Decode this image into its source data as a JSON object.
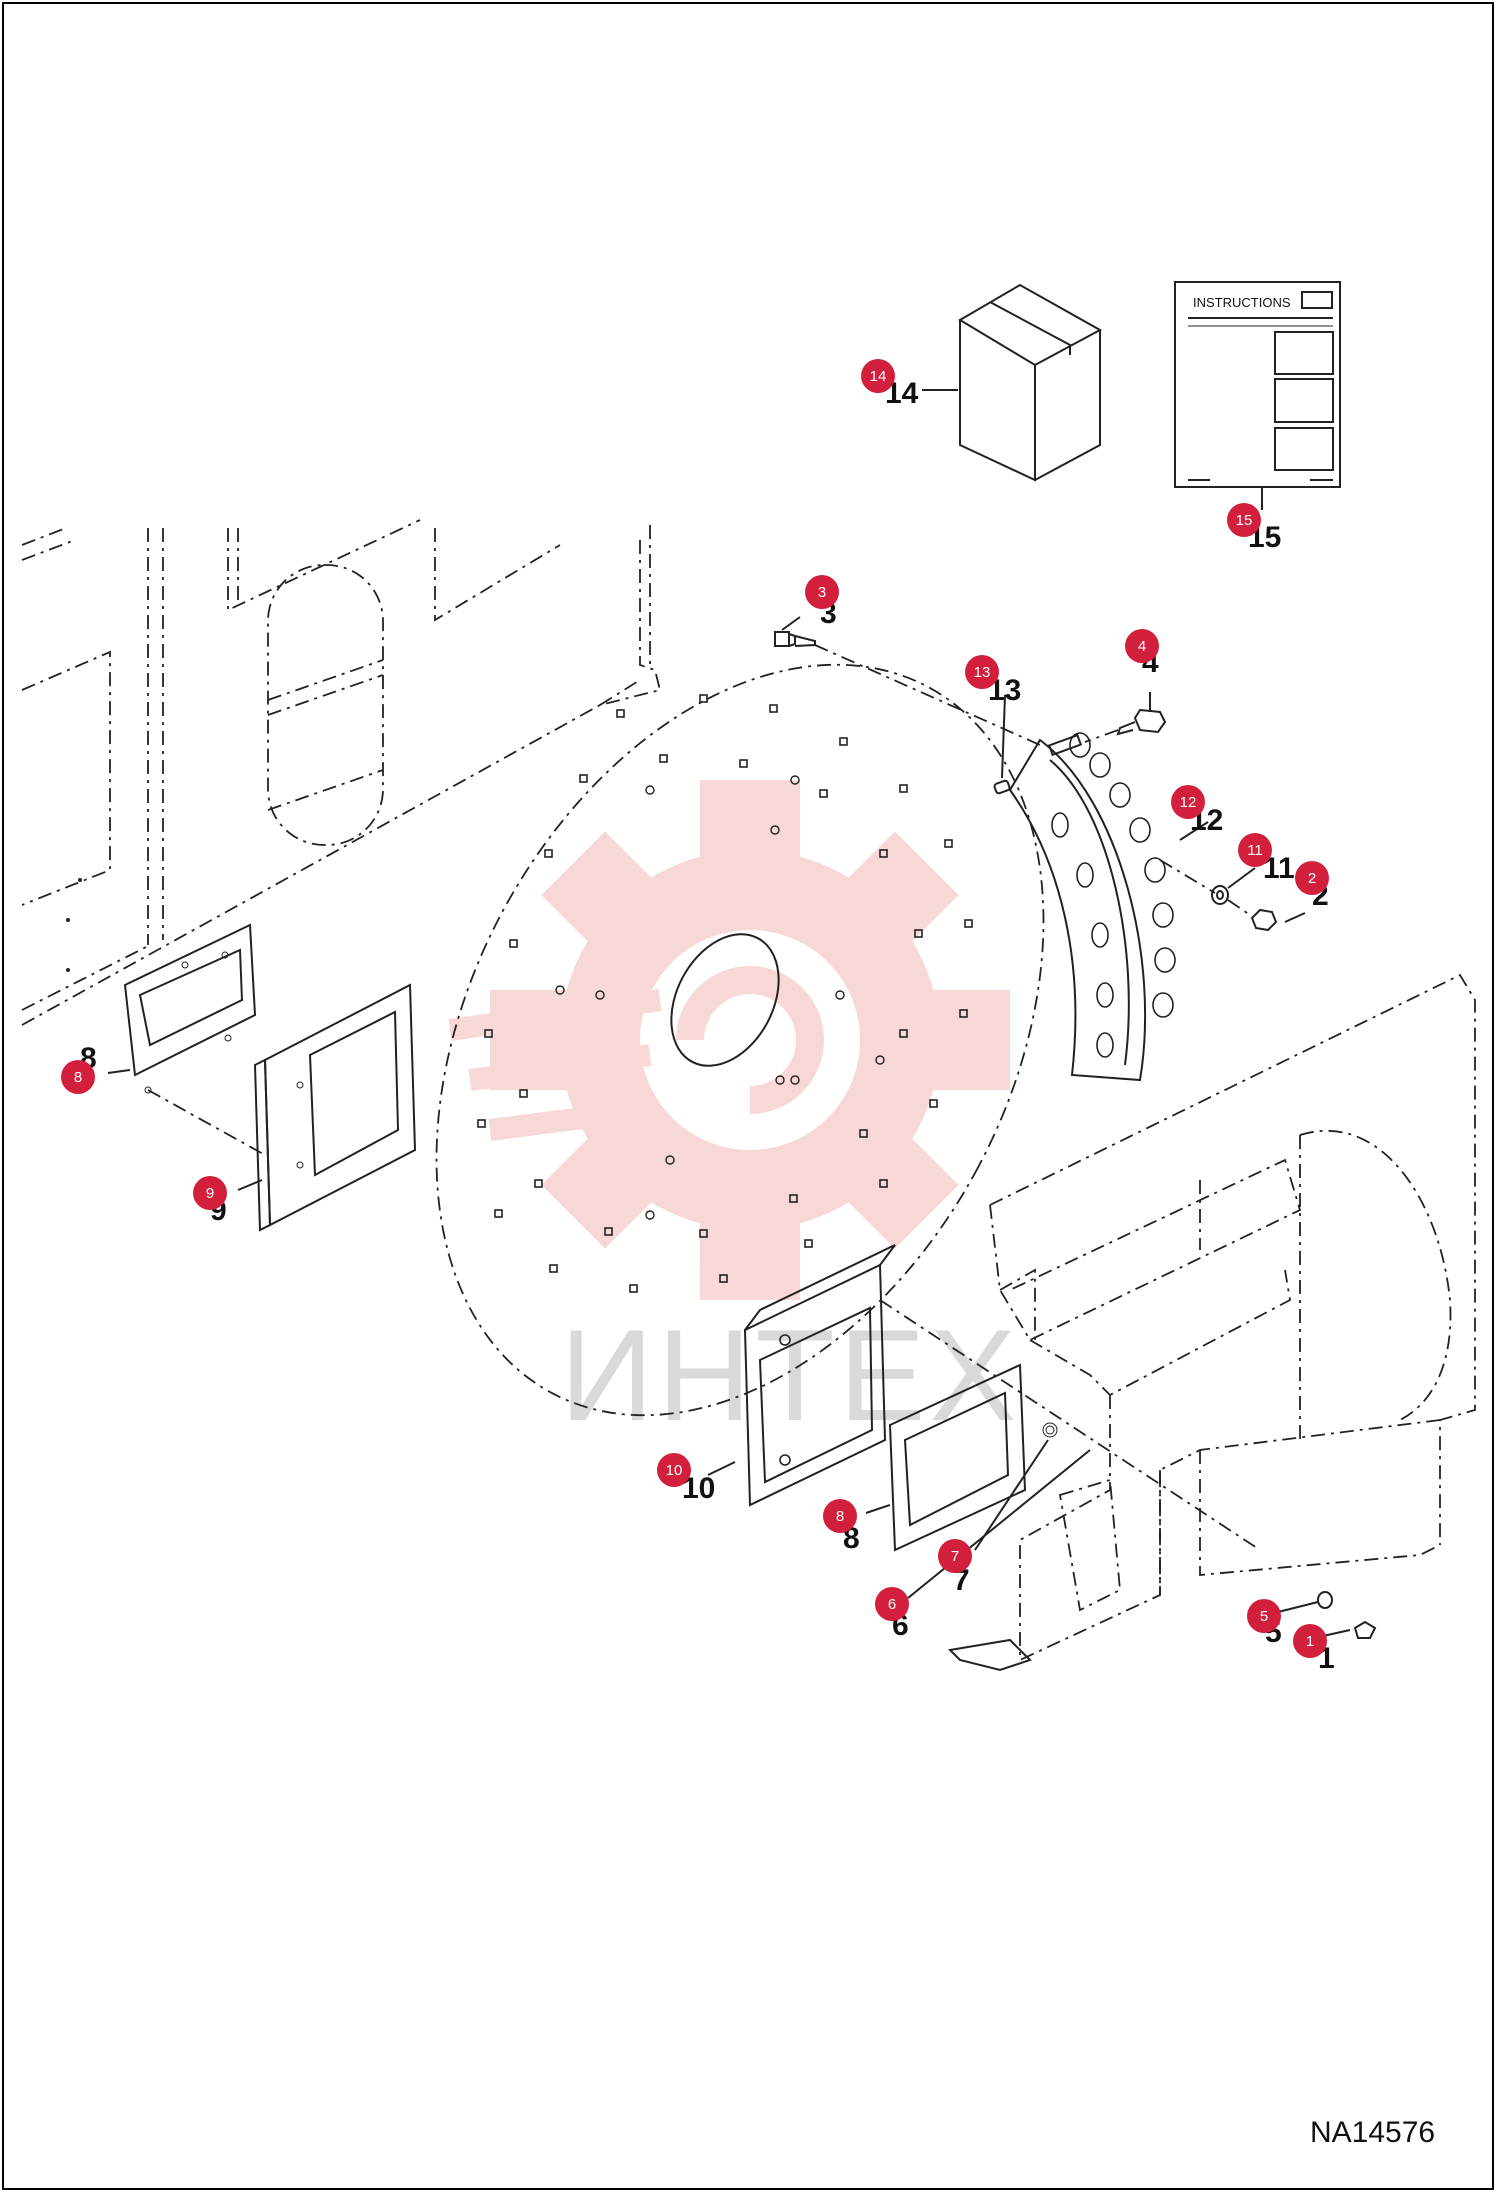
{
  "drawing_ref": "NA14576",
  "manual_label": "INSTRUCTIONS",
  "watermark": {
    "text": "ИНТЕХ",
    "color": "#f7c6c6"
  },
  "colors": {
    "callout": "#d21f3c",
    "line": "#222222"
  },
  "callouts": [
    {
      "number": "1",
      "label": "1"
    },
    {
      "number": "2",
      "label": "2"
    },
    {
      "number": "3",
      "label": "3"
    },
    {
      "number": "4",
      "label": "4"
    },
    {
      "number": "5",
      "label": "5"
    },
    {
      "number": "6",
      "label": "6"
    },
    {
      "number": "7",
      "label": "7"
    },
    {
      "number": "8",
      "label": "8"
    },
    {
      "number": "8",
      "label": "8"
    },
    {
      "number": "9",
      "label": "9"
    },
    {
      "number": "10",
      "label": "10"
    },
    {
      "number": "11",
      "label": "11"
    },
    {
      "number": "12",
      "label": "12"
    },
    {
      "number": "13",
      "label": "13"
    },
    {
      "number": "14",
      "label": "14"
    },
    {
      "number": "15",
      "label": "15"
    }
  ]
}
